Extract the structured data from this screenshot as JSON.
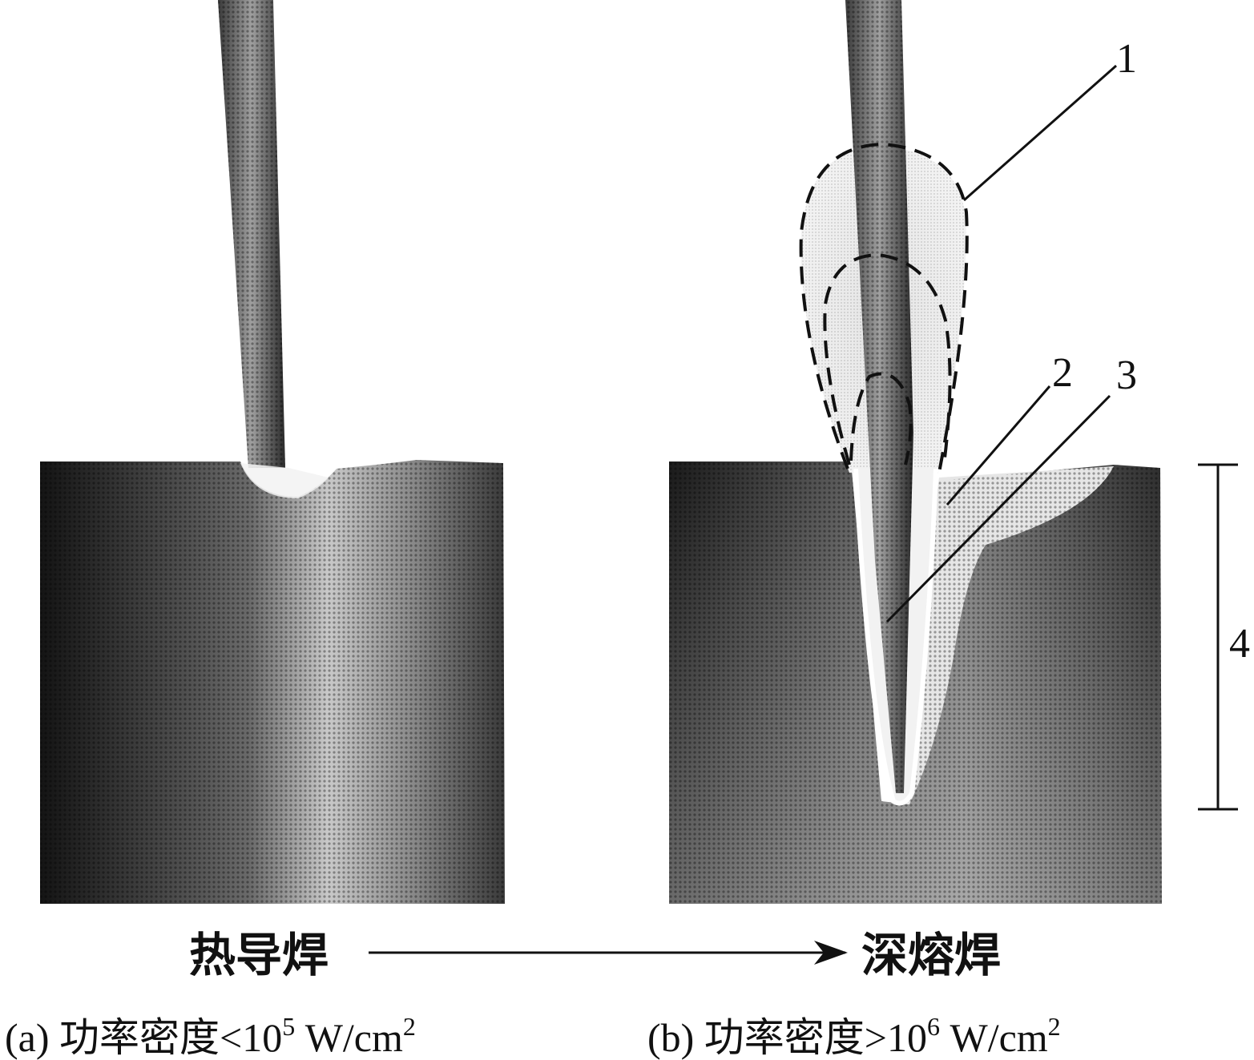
{
  "process": {
    "left_label": "热导焊",
    "right_label": "深熔焊"
  },
  "captions": {
    "a": {
      "prefix": "(a) 功率密度<10",
      "sup": "5",
      "unit": " W/cm",
      "unit_sup": "2"
    },
    "b": {
      "prefix": "(b) 功率密度>10",
      "sup": "6",
      "unit": " W/cm",
      "unit_sup": "2"
    }
  },
  "callouts": [
    "1",
    "2",
    "3",
    "4"
  ],
  "colors": {
    "ink": "#111111",
    "metal_dark": "#1c1c1c",
    "metal_light": "#d9d9d9",
    "background": "#ffffff"
  }
}
